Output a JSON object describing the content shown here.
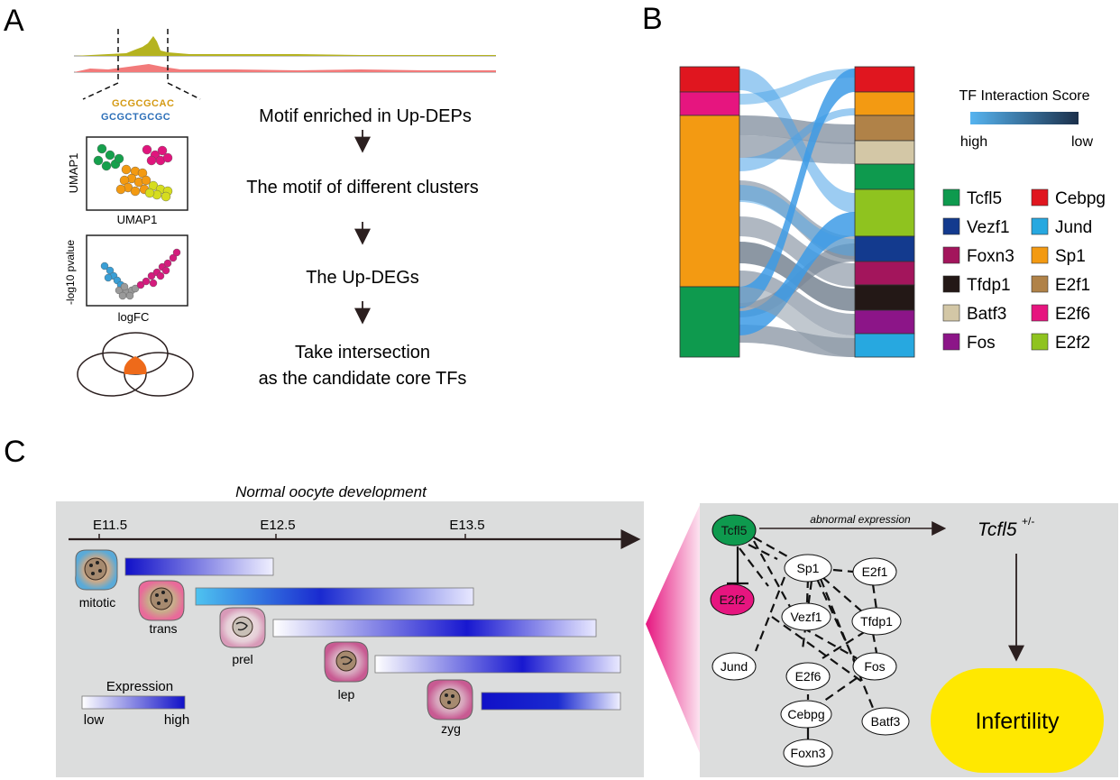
{
  "panel_a": {
    "letter": "A",
    "motif_line1": "GCGCGCAC",
    "motif_line2": "GCGCTGCGC",
    "umap_xlabel": "UMAP1",
    "umap_ylabel": "UMAP1",
    "volcano_xlabel": "logFC",
    "volcano_ylabel": "-log10 pvalue",
    "steps": [
      "Motif enriched in Up-DEPs",
      "The motif of different clusters",
      "The Up-DEGs",
      "Take intersection",
      "as the candidate core TFs"
    ]
  },
  "panel_b": {
    "letter": "B",
    "score_title": "TF Interaction Score",
    "score_low_end": "high",
    "score_high_end": "low",
    "score_colors": [
      "#56b4f0",
      "#1b2f4a"
    ],
    "legend": [
      {
        "label": "Tcfl5",
        "color": "#0e9a4e"
      },
      {
        "label": "Cebpg",
        "color": "#e0161f"
      },
      {
        "label": "Vezf1",
        "color": "#133a8e"
      },
      {
        "label": "Jund",
        "color": "#27a8e0"
      },
      {
        "label": "Foxn3",
        "color": "#a3155c"
      },
      {
        "label": "Sp1",
        "color": "#f39a12"
      },
      {
        "label": "Tfdp1",
        "color": "#231816"
      },
      {
        "label": "E2f1",
        "color": "#b08248"
      },
      {
        "label": "Batf3",
        "color": "#d3c7a6"
      },
      {
        "label": "E2f6",
        "color": "#e6157f"
      },
      {
        "label": "Fos",
        "color": "#8c1588"
      },
      {
        "label": "E2f2",
        "color": "#8fc31f"
      }
    ]
  },
  "panel_c": {
    "letter": "C",
    "title": "Normal oocyte development",
    "ticks": [
      "E11.5",
      "E12.5",
      "E13.5"
    ],
    "stages": [
      "mitotic",
      "trans",
      "prel",
      "lep",
      "zyg"
    ],
    "expression_title": "Expression",
    "expression_low": "low",
    "expression_high": "high",
    "network_edge_label": "abnormal expression",
    "mutant_label": "Tcfl5",
    "mutant_sup": "+/-",
    "outcome": "Infertility",
    "nodes": [
      "Tcfl5",
      "Sp1",
      "E2f1",
      "E2f2",
      "Vezf1",
      "Tfdp1",
      "Jund",
      "E2f6",
      "Fos",
      "Cebpg",
      "Batf3",
      "Foxn3"
    ]
  }
}
